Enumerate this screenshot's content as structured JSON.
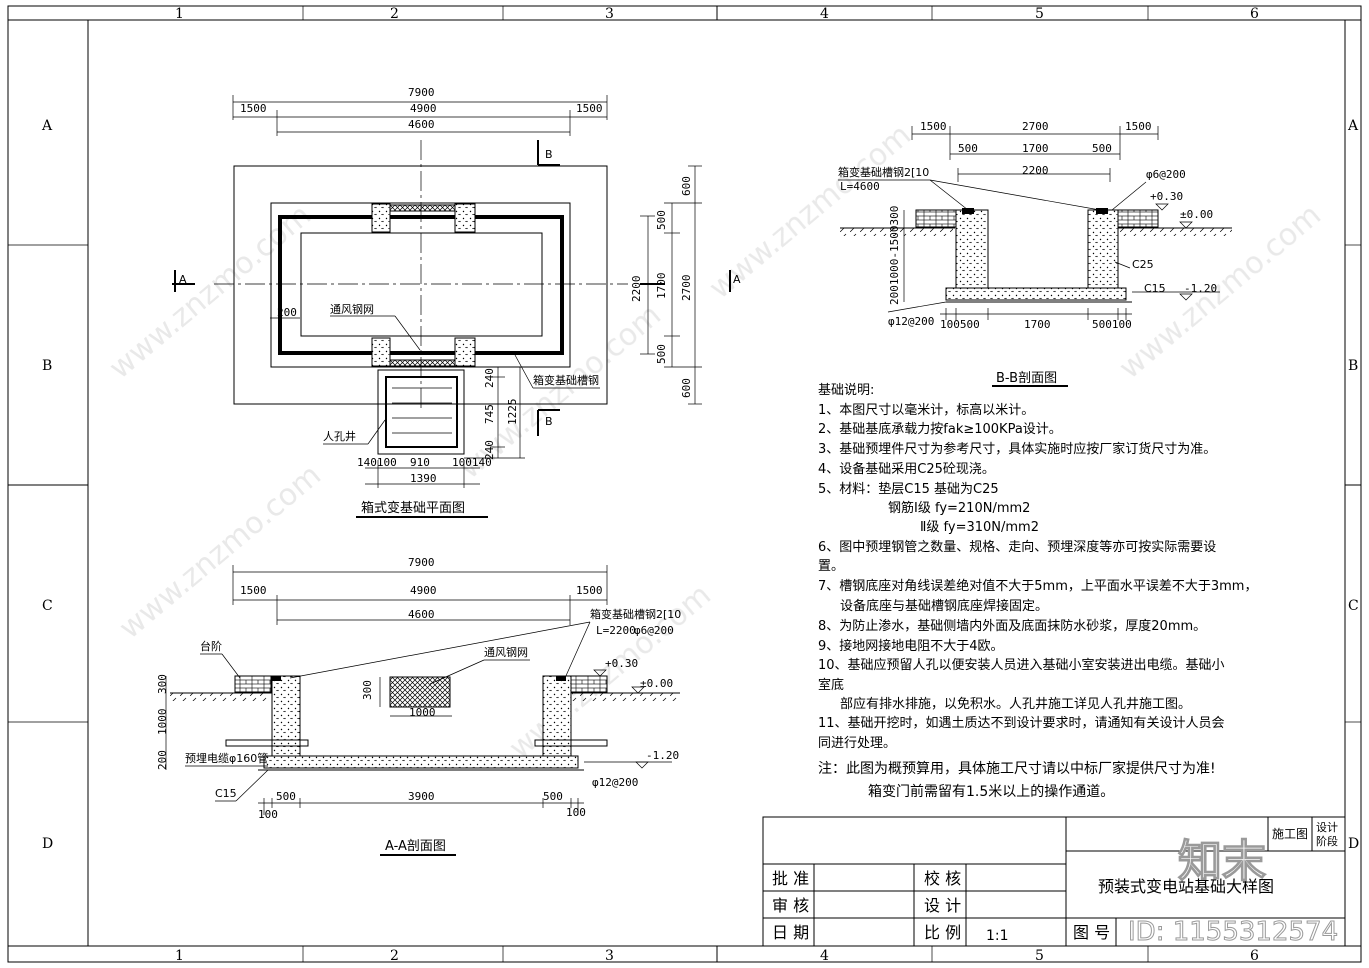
{
  "grid": {
    "columns": [
      "1",
      "2",
      "3",
      "4",
      "5",
      "6"
    ],
    "rows": [
      "A",
      "B",
      "C",
      "D"
    ]
  },
  "plan": {
    "title": "箱式变基础平面图",
    "dim_total": "7900",
    "dim_side_left": "1500",
    "dim_mid": "4900",
    "dim_side_right": "1500",
    "dim_inner": "4600",
    "dim_600_top": "600",
    "dim_500_top": "500",
    "dim_2200": "2200",
    "dim_1700": "1700",
    "dim_2700": "2700",
    "dim_500_bot": "500",
    "dim_600_bot": "600",
    "dim_200": "200",
    "dim_240_a": "240",
    "dim_745": "745",
    "dim_1225": "1225",
    "dim_240_b": "240",
    "dim_140_100": "140100",
    "dim_910": "910",
    "dim_100_140": "100140",
    "dim_1390": "1390",
    "label_vent": "通风钢网",
    "label_channel": "箱变基础槽钢",
    "label_manhole": "人孔井",
    "sec_a": "A",
    "sec_b": "B"
  },
  "section_aa": {
    "title": "A-A剖面图",
    "dim_total": "7900",
    "dim_side_left": "1500",
    "dim_mid": "4900",
    "dim_side_right": "1500",
    "dim_inner": "4600",
    "label_step": "台阶",
    "label_vent": "通风钢网",
    "label_channel": "箱变基础槽钢2[10",
    "label_length": "L=2200",
    "label_rebar6": "φ6@200",
    "label_level_plus": "+0.30",
    "label_level_zero": "±0.00",
    "label_level_minus": "-1.20",
    "label_cable": "预埋电缆φ160管",
    "label_c15": "C15",
    "label_rebar12": "φ12@200",
    "dim_300": "300",
    "dim_1000_v": "1000",
    "dim_200": "200",
    "dim_300_vent": "300",
    "dim_1000_vent": "1000",
    "dim_500_l": "500",
    "dim_3900": "3900",
    "dim_500_r": "500",
    "dim_100_l": "100",
    "dim_100_r": "100"
  },
  "section_bb": {
    "title": "B-B剖面图",
    "dim_1500_l": "1500",
    "dim_2700": "2700",
    "dim_1500_r": "1500",
    "dim_500_l": "500",
    "dim_1700": "1700",
    "dim_500_r": "500",
    "dim_2200": "2200",
    "label_channel": "箱变基础槽钢2[10",
    "label_length": "L=4600",
    "label_rebar6": "φ6@200",
    "label_level_plus": "+0.30",
    "label_level_zero": "±0.00",
    "label_c25": "C25",
    "label_c15": "C15",
    "label_level_minus": "-1.20",
    "label_rebar12": "φ12@200",
    "dim_vertical": "2001000-1500300",
    "dim_bot_left": "100500",
    "dim_bot_mid": "1700",
    "dim_bot_right": "500100"
  },
  "notes": {
    "heading": "基础说明:",
    "lines": [
      "1、本图尺寸以毫米计，标高以米计。",
      "2、基础基底承载力按fak≥100KPa设计。",
      "3、基础预埋件尺寸为参考尺寸，具体实施时应按厂家订货尺寸为准。",
      "4、设备基础采用C25砼现浇。",
      "5、材料：垫层C15 基础为C25",
      "钢筋Ⅰ级 fy=210N/mm2",
      "Ⅱ级 fy=310N/mm2",
      "6、图中预埋钢管之数量、规格、走向、预埋深度等亦可按实际需要设",
      "置。",
      "7、槽钢底座对角线误差绝对值不大于5mm，上平面水平误差不大于3mm，",
      "设备底座与基础槽钢底座焊接固定。",
      "8、为防止渗水，基础侧墙内外面及底面抹防水砂浆，厚度20mm。",
      "9、接地网接地电阻不大于4欧。",
      "10、基础应预留人孔以便安装人员进入基础小室安装进出电缆。基础小",
      "室底",
      "部应有排水排施，以免积水。人孔井施工详见人孔井施工图。",
      "11、基础开挖时，如遇土质达不到设计要求时，请通知有关设计人员会",
      "同进行处理。"
    ],
    "remark_1": "注：此图为概预算用，具体施工尺寸请以中标厂家提供尺寸为准!",
    "remark_2": "箱变门前需留有1.5米以上的操作通道。"
  },
  "title_block": {
    "approve": "批 准",
    "review": "审 核",
    "date": "日 期",
    "check": "校 核",
    "design": "设 计",
    "scale_label": "比 例",
    "scale_value": "1:1",
    "drawing_no": "图 号",
    "drawing_title": "预装式变电站基础大样图",
    "stage_value": "施工图",
    "stage_label_1": "设计",
    "stage_label_2": "阶段"
  },
  "watermark": {
    "site": "www.znzmo.com",
    "brand": "知末",
    "id": "ID: 1155312574"
  }
}
